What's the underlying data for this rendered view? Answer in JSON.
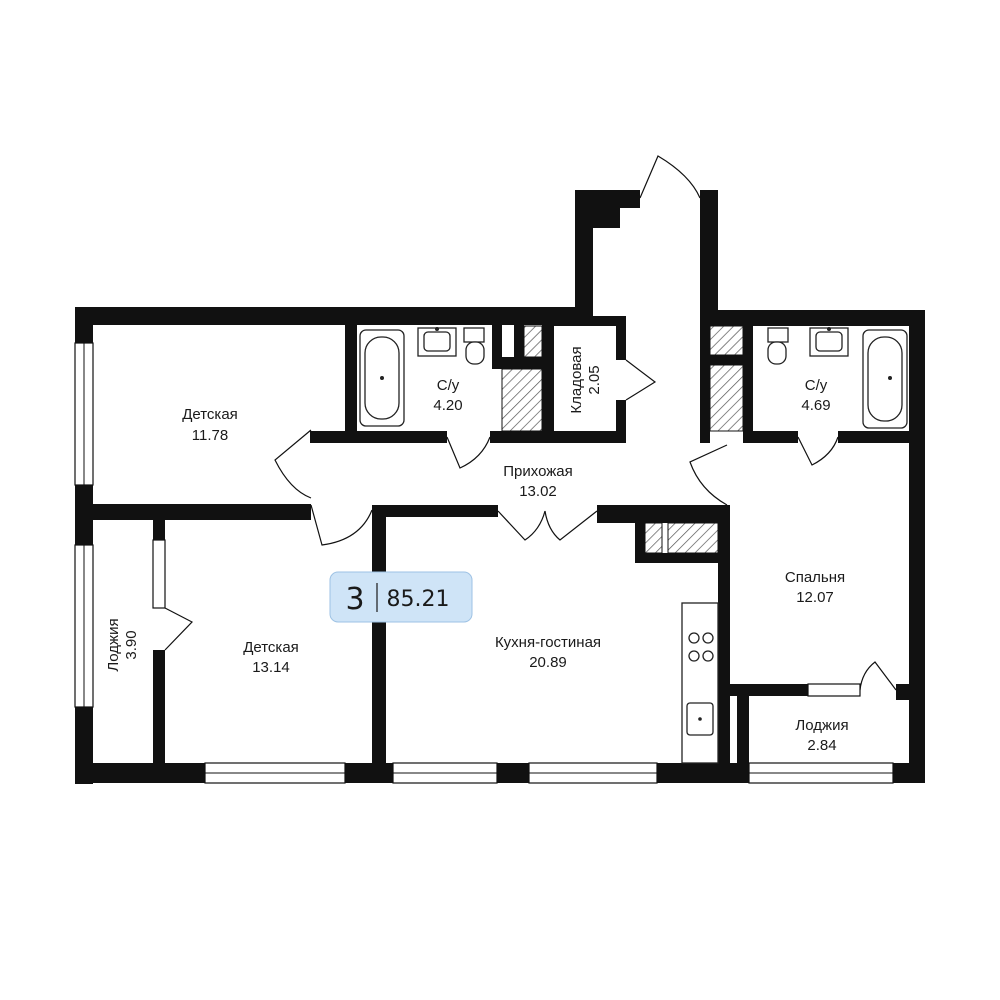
{
  "plan": {
    "rooms_count": "3",
    "total_area": "85.21",
    "accent_color": "#cfe4f7",
    "rooms": [
      {
        "id": "detskaya1",
        "name": "Детская",
        "area": "11.78"
      },
      {
        "id": "su1",
        "name": "С/у",
        "area": "4.20"
      },
      {
        "id": "kladovaya",
        "name": "Кладовая",
        "area": "2.05"
      },
      {
        "id": "su2",
        "name": "С/у",
        "area": "4.69"
      },
      {
        "id": "prihozhaya",
        "name": "Прихожая",
        "area": "13.02"
      },
      {
        "id": "spalnya",
        "name": "Спальня",
        "area": "12.07"
      },
      {
        "id": "loggia1",
        "name": "Лоджия",
        "area": "3.90"
      },
      {
        "id": "detskaya2",
        "name": "Детская",
        "area": "13.14"
      },
      {
        "id": "kuhnya",
        "name": "Кухня-гостиная",
        "area": "20.89"
      },
      {
        "id": "loggia2",
        "name": "Лоджия",
        "area": "2.84"
      }
    ]
  }
}
